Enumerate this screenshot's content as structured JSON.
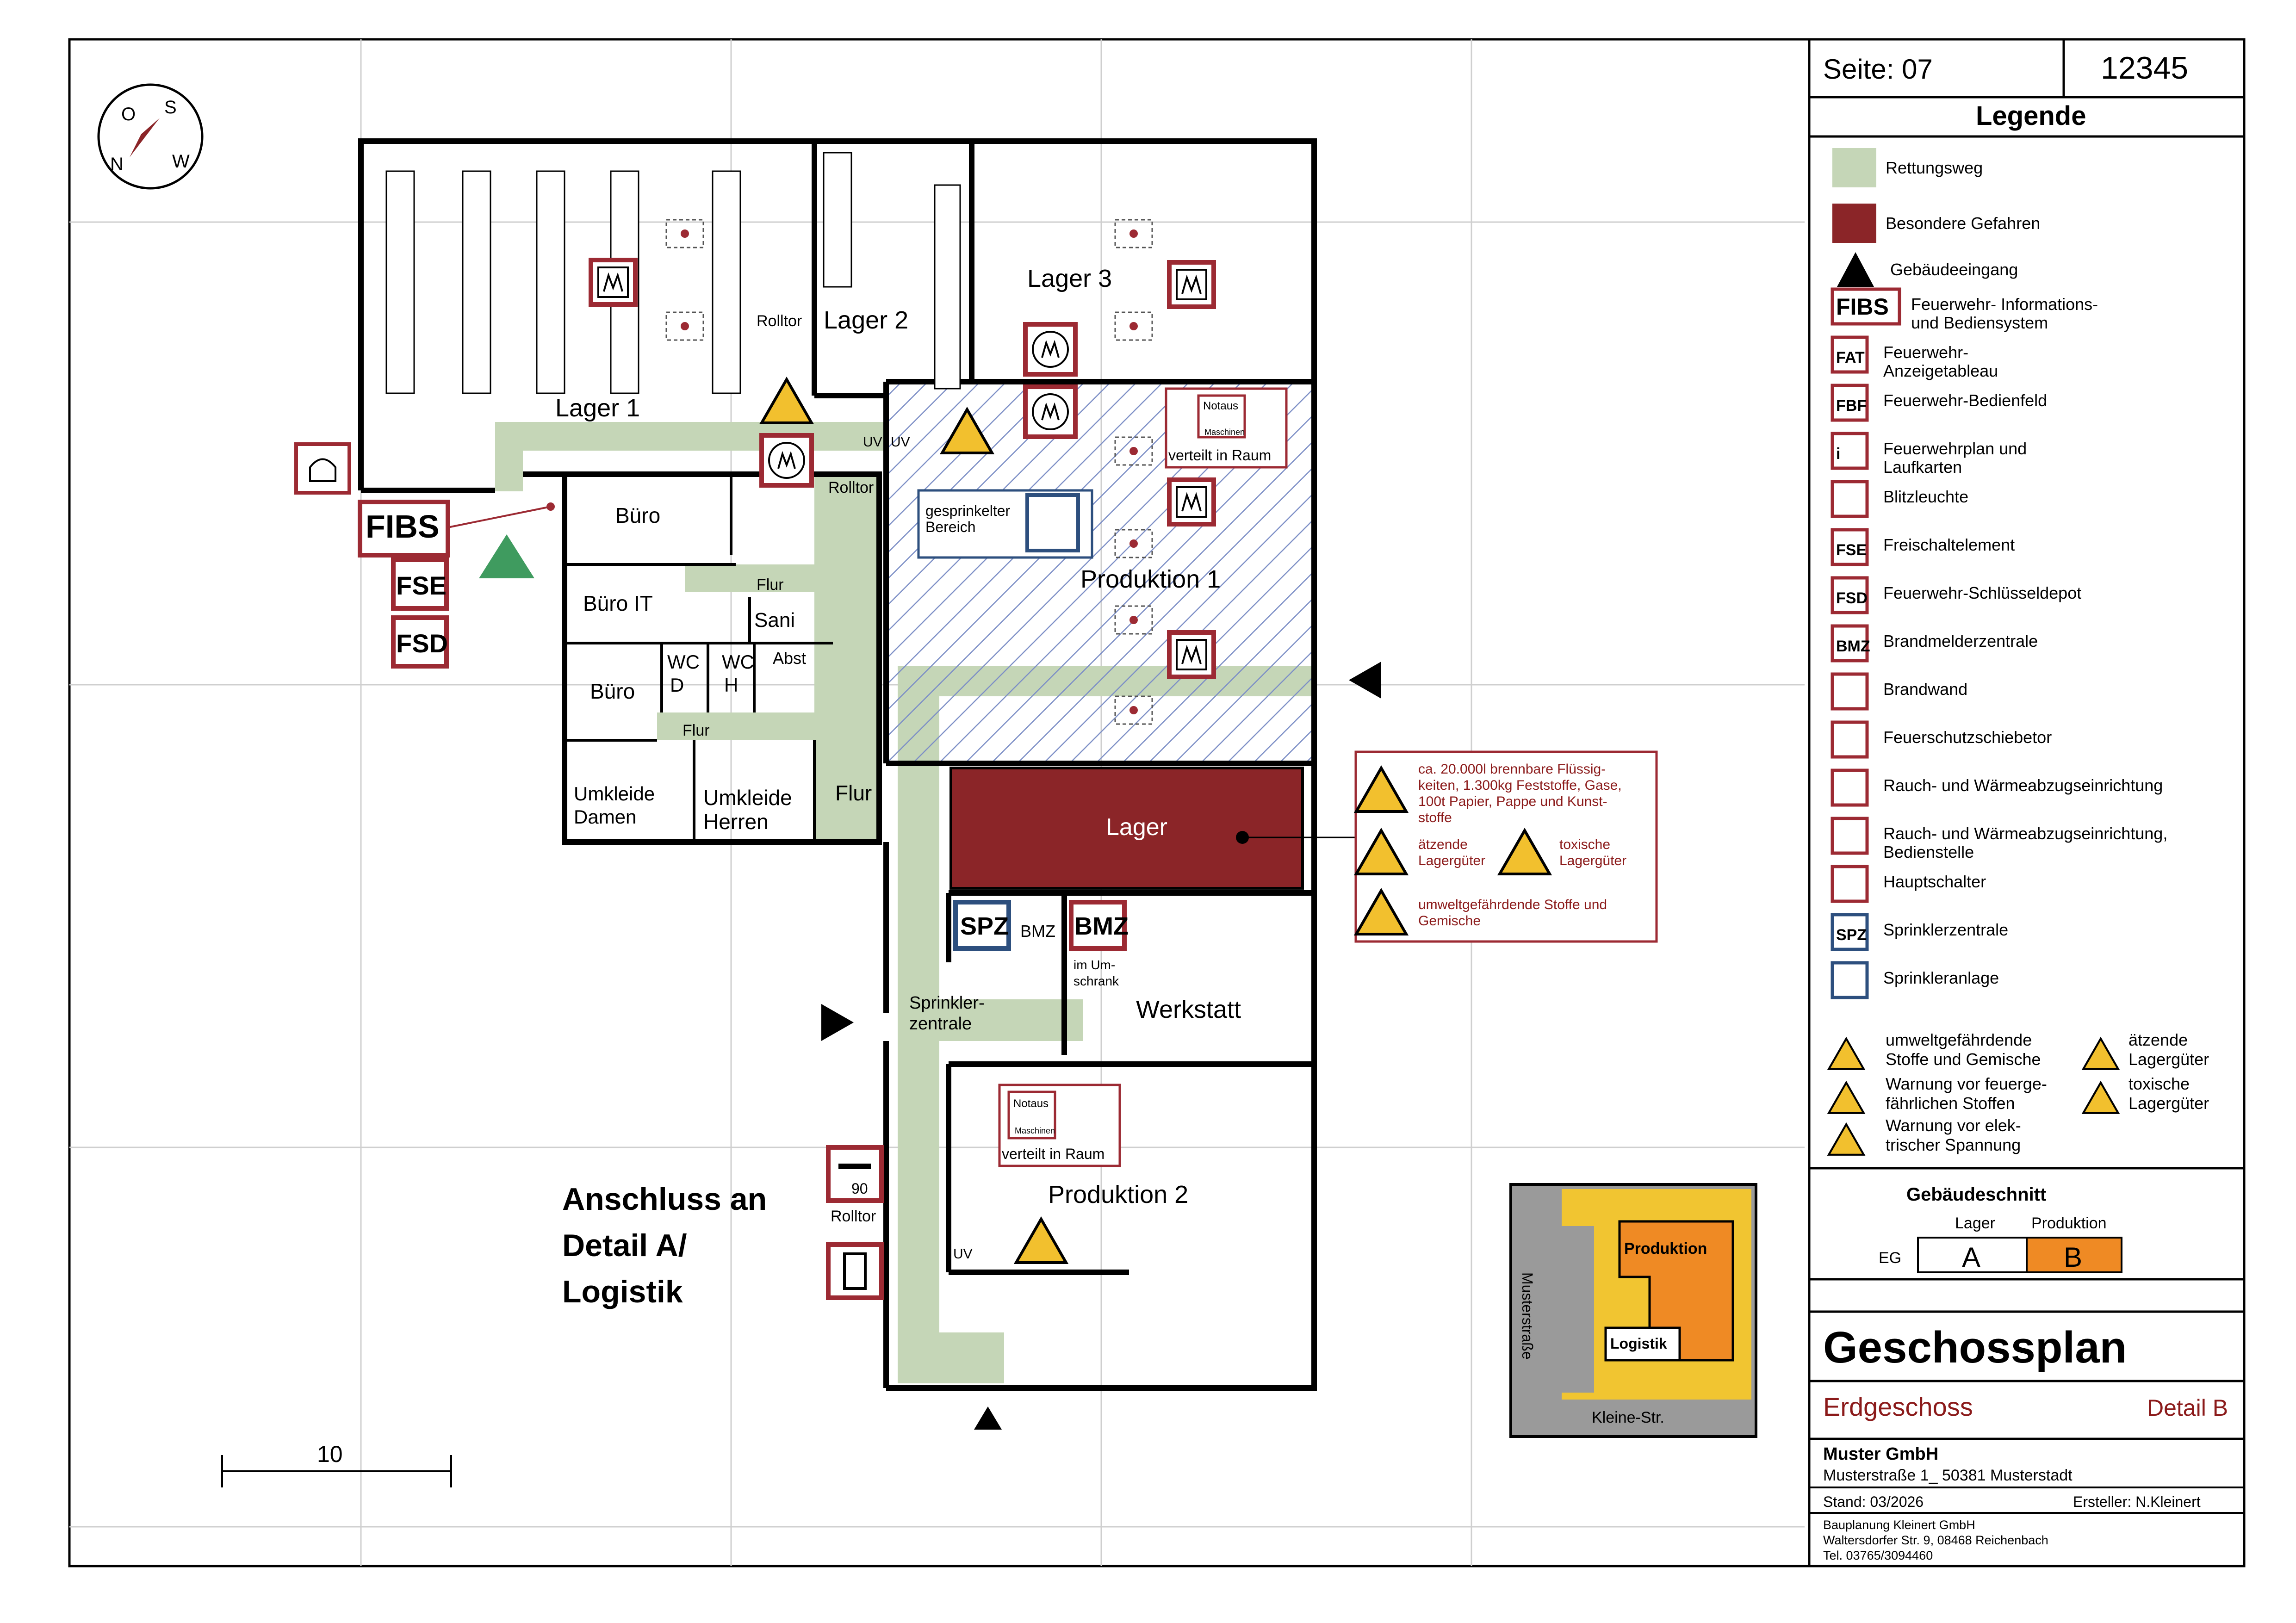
{
  "compass": {
    "n": "N",
    "o": "O",
    "s": "S",
    "w": "W"
  },
  "title_block": {
    "page_label": "Seite: 07",
    "plan_number": "12345",
    "legend_title": "Legende",
    "legend": [
      {
        "icon": "escape-route-swatch",
        "label": "Rettungsweg"
      },
      {
        "icon": "special-hazard-swatch",
        "label": "Besondere Gefahren"
      },
      {
        "icon": "building-entrance-triangle",
        "label": "Gebäudeeingang"
      },
      {
        "icon": "fibs-sign",
        "label": "Feuerwehr- Informations-",
        "label2": "und Bediensystem"
      },
      {
        "icon": "fat-sign",
        "label": "Feuerwehr-",
        "label2": "Anzeigetableau"
      },
      {
        "icon": "fbf-sign",
        "label": "Feuerwehr-Bedienfeld"
      },
      {
        "icon": "info-sign",
        "label": "Feuerwehrplan und",
        "label2": "Laufkarten"
      },
      {
        "icon": "beacon-sign",
        "label": "Blitzleuchte"
      },
      {
        "icon": "fse-sign",
        "label": "Freischaltelement"
      },
      {
        "icon": "fsd-sign",
        "label": "Feuerwehr-Schlüsseldepot"
      },
      {
        "icon": "bmz-sign",
        "label": "Brandmelderzentrale"
      },
      {
        "icon": "firewall-sign",
        "label": "Brandwand"
      },
      {
        "icon": "fire-door-sign",
        "label": "Feuerschutzschiebetor"
      },
      {
        "icon": "rwa-sign",
        "label": "Rauch- und Wärmeabzugseinrichtung"
      },
      {
        "icon": "rwa-control-sign",
        "label": "Rauch- und Wärmeabzugseinrichtung,",
        "label2": "Bedienstelle"
      },
      {
        "icon": "main-switch-sign",
        "label": "Hauptschalter"
      },
      {
        "icon": "spz-sign",
        "label": "Sprinklerzentrale"
      },
      {
        "icon": "sprinkler-sign",
        "label": "Sprinkleranlage"
      }
    ],
    "warnings": [
      {
        "icon": "environment-hazard-icon",
        "label": "umweltgefährdende",
        "label2": "Stoffe und Gemische"
      },
      {
        "icon": "flammable-warning-icon",
        "label": "Warnung  vor feuerge-",
        "label2": "fährlichen Stoffen"
      },
      {
        "icon": "electric-warning-icon",
        "label": "Warnung vor elek-",
        "label2": "trischer Spannung"
      },
      {
        "icon": "corrosive-hazard-icon",
        "label": "ätzende",
        "label2": "Lagergüter"
      },
      {
        "icon": "toxic-hazard-icon",
        "label": "toxische",
        "label2": "Lagergüter"
      }
    ],
    "section_title": "Gebäudeschnitt",
    "section": {
      "col_a": "Lager",
      "col_b": "Produktion",
      "row": "EG",
      "cell_a": "A",
      "cell_b": "B"
    },
    "plan_title": "Geschossplan",
    "floor": "Erdgeschoss",
    "detail": "Detail B",
    "company": "Muster GmbH",
    "address": "Musterstraße 1_ 50381 Musterstadt",
    "status": "Stand: 03/2026",
    "author": "Ersteller: N.Kleinert",
    "planner_1": "Bauplanung Kleinert GmbH",
    "planner_2": "Waltersdorfer Str. 9, 08468 Reichenbach",
    "planner_3": "Tel. 03765/3094460"
  },
  "rooms": {
    "lager1": "Lager 1",
    "lager2": "Lager 2",
    "lager3": "Lager 3",
    "rolltor_1": "Rolltor",
    "rolltor_2": "Rolltor",
    "rolltor_3": "Rolltor",
    "buero": "Büro",
    "buero_it": "Büro IT",
    "buero2": "Büro",
    "flur1": "Flur",
    "flur2": "Flur",
    "flur3": "Flur",
    "sani": "Sani",
    "wc_d": [
      "WC",
      "D"
    ],
    "wc_h": [
      "WC",
      "H"
    ],
    "abst": "Abst",
    "umkleide_d": [
      "Umkleide",
      "Damen"
    ],
    "umkleide_h": [
      "Umkleide",
      "Herren"
    ],
    "produktion1": "Produktion 1",
    "produktion2": "Produktion 2",
    "lager": "Lager",
    "werkstatt": "Werkstatt",
    "sprinklerzentrale": [
      "Sprinkler-",
      "zentrale"
    ],
    "bmz": "BMZ",
    "uv": "UV",
    "sprinkled_area": [
      "gesprinkelter",
      "Bereich"
    ],
    "notaus_1": "Notaus",
    "notaus_2": "Maschinen",
    "notaus_note": "verteilt in Raum",
    "bmz_note": [
      "im Um-",
      "schrank"
    ],
    "connection": [
      "Anschluss an",
      "Detail A/",
      "Logistik"
    ],
    "scale": "10"
  },
  "signs": {
    "fibs": "FIBS",
    "fse": "FSE",
    "fsd": "FSD",
    "spz": "SPZ",
    "bmz": "BMZ",
    "door90": "90"
  },
  "hazard_box": {
    "lines1": [
      "ca. 20.000l brennbare Flüssig-",
      "keiten, 1.300kg Feststoffe, Gase,",
      "100t Papier, Pappe und Kunst-",
      "stoffe"
    ],
    "corrosive": [
      "ätzende",
      "Lagergüter"
    ],
    "toxic": [
      "toxische",
      "Lagergüter"
    ],
    "env": [
      "umweltgefährdende Stoffe und",
      "Gemische"
    ]
  },
  "site_map": {
    "produktion": "Produktion",
    "logistik": "Logistik",
    "street1": "Musterstraße",
    "street2": "Kleine-Str."
  },
  "colors": {
    "escape": "#c5d6b7",
    "hazard": "#8b2528",
    "sign_red": "#9c2a33",
    "sign_blue": "#2d4f7e",
    "warning_yellow": "#f2c02e",
    "entrance_green": "#3f9b5f",
    "orange": "#ef8a24"
  }
}
